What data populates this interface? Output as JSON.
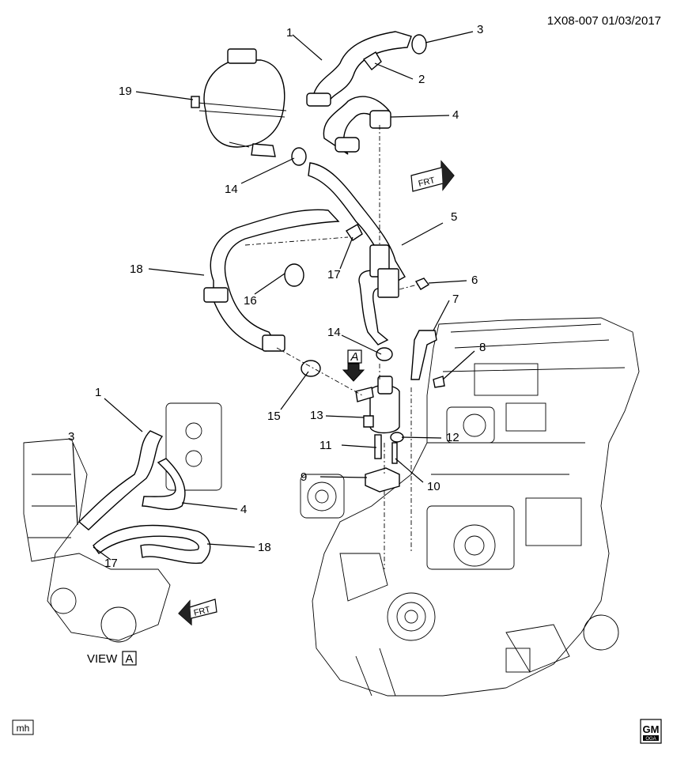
{
  "header": {
    "ref": "1X08-007  01/03/2017"
  },
  "callouts": [
    {
      "key": "c1",
      "text": "1"
    },
    {
      "key": "c2",
      "text": "2"
    },
    {
      "key": "c3",
      "text": "3"
    },
    {
      "key": "c4",
      "text": "4"
    },
    {
      "key": "c5",
      "text": "5"
    },
    {
      "key": "c6",
      "text": "6"
    },
    {
      "key": "c7",
      "text": "7"
    },
    {
      "key": "c8",
      "text": "8"
    },
    {
      "key": "c9",
      "text": "9"
    },
    {
      "key": "c10",
      "text": "10"
    },
    {
      "key": "c11",
      "text": "11"
    },
    {
      "key": "c12",
      "text": "12"
    },
    {
      "key": "c13",
      "text": "13"
    },
    {
      "key": "c14a",
      "text": "14"
    },
    {
      "key": "c14b",
      "text": "14"
    },
    {
      "key": "c15",
      "text": "15"
    },
    {
      "key": "c16",
      "text": "16"
    },
    {
      "key": "c17a",
      "text": "17"
    },
    {
      "key": "c18a",
      "text": "18"
    },
    {
      "key": "c19",
      "text": "19"
    },
    {
      "key": "v1",
      "text": "1"
    },
    {
      "key": "v3",
      "text": "3"
    },
    {
      "key": "v4",
      "text": "4"
    },
    {
      "key": "v17",
      "text": "17"
    },
    {
      "key": "v18",
      "text": "18"
    }
  ],
  "view_marker": {
    "letter": "A"
  },
  "view_label": {
    "prefix": "VIEW",
    "letter": "A"
  },
  "front_arrows": {
    "top": "FRT",
    "bottom": "FRT"
  },
  "footer": {
    "initials": "mh",
    "logo": "GM",
    "logo_sub": "OGA"
  }
}
